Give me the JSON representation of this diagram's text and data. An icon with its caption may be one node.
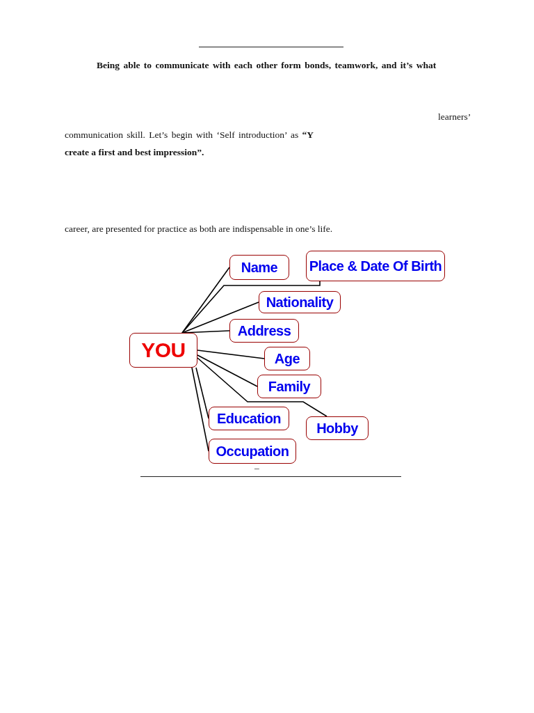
{
  "diagram": {
    "nodes": [
      {
        "text": [
          "YOU"
        ]
      },
      {
        "text": [
          "Name"
        ]
      },
      {
        "text": [
          "Place & Date Of Birth"
        ]
      },
      {
        "text": [
          "Nationality"
        ]
      },
      {
        "text": [
          "Address"
        ]
      },
      {
        "text": [
          "Age"
        ]
      },
      {
        "text": [
          "Family"
        ]
      },
      {
        "text": [
          "Education"
        ]
      },
      {
        "text": [
          "Hobby"
        ]
      },
      {
        "text": [
          "Occupation"
        ]
      }
    ],
    "edges": [
      {
        "from": 0,
        "to": 1,
        "arrow": "none"
      },
      {
        "from": 0,
        "to": 2,
        "arrow": "none"
      },
      {
        "from": 0,
        "to": 3,
        "arrow": "none"
      },
      {
        "from": 0,
        "to": 4,
        "arrow": "none"
      },
      {
        "from": 0,
        "to": 5,
        "arrow": "none"
      },
      {
        "from": 0,
        "to": 6,
        "arrow": "none"
      },
      {
        "from": 0,
        "to": 7,
        "arrow": "none"
      },
      {
        "from": 0,
        "to": 8,
        "arrow": "none"
      },
      {
        "from": 0,
        "to": 9,
        "arrow": "none"
      }
    ],
    "labels": [
      "Being able to communicate with each other form bonds, teamwork, and it’s what",
      "learners’",
      "communication skill. Let’s begin with ‘Self introduction’ as **“Y**",
      "create a first and best impression”.",
      "career, are presented for practice as both are indispensable in one’s life.",
      "–"
    ]
  }
}
